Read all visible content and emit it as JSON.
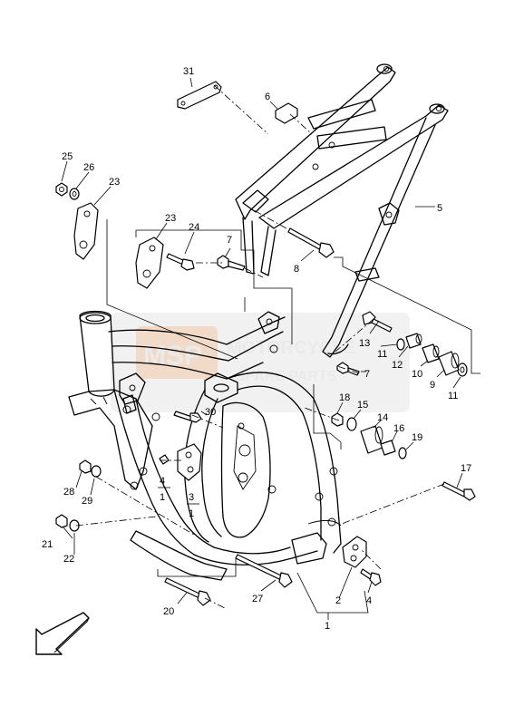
{
  "watermark": {
    "brand_line1": "MOTORCYCLE",
    "brand_line2": "SPARE PARTS",
    "logo_text": "MSP",
    "colors": {
      "watermark": "#bfbfbf",
      "logo_fill": "#e8a06a"
    }
  },
  "labels": {
    "p1": "1",
    "p2": "2",
    "p3": "3",
    "p3_sub": "1",
    "p4": "4",
    "p4b": "4",
    "p4_sub": "1",
    "p5": "5",
    "p6": "6",
    "p7": "7",
    "p7b": "7",
    "p8": "8",
    "p9": "9",
    "p10": "10",
    "p11": "11",
    "p11b": "11",
    "p12": "12",
    "p13": "13",
    "p14": "14",
    "p15": "15",
    "p16": "16",
    "p17": "17",
    "p18": "18",
    "p19": "19",
    "p20": "20",
    "p21": "21",
    "p22": "22",
    "p23": "23",
    "p23b": "23",
    "p24": "24",
    "p25": "25",
    "p26": "26",
    "p27": "27",
    "p28": "28",
    "p29": "29",
    "p30": "30",
    "p31": "31"
  },
  "icons": {
    "direction_arrow": "front-direction-arrow-icon"
  }
}
